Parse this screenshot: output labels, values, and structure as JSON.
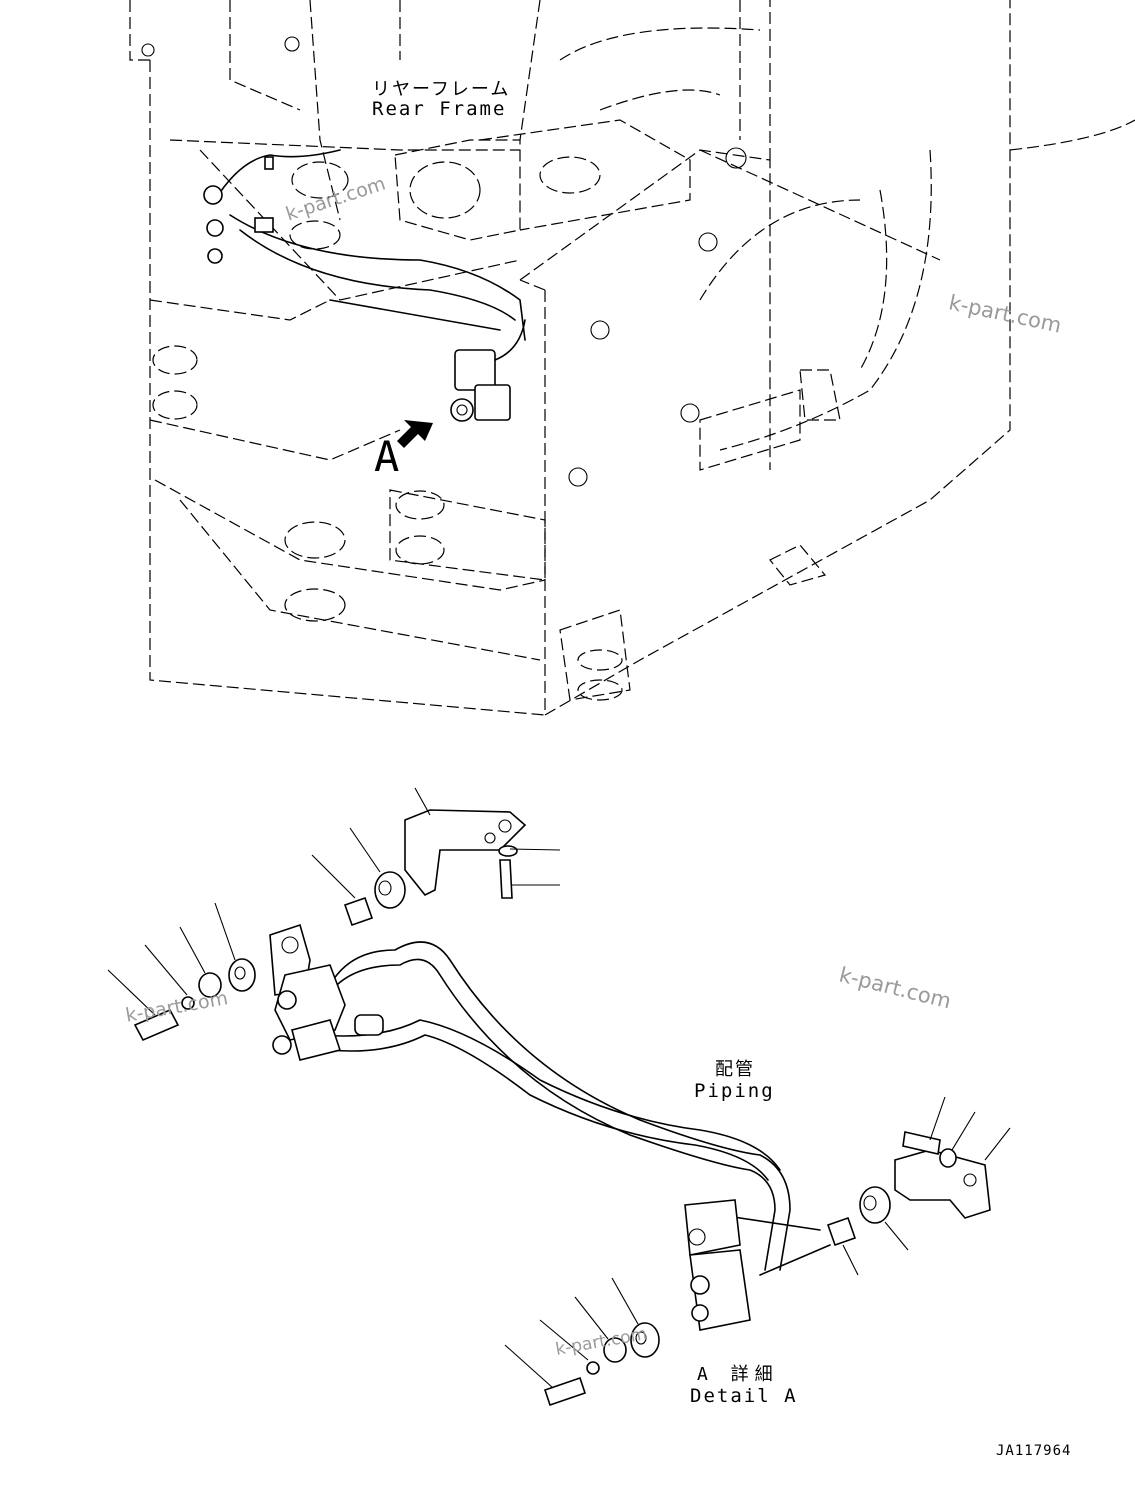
{
  "labels": {
    "rear_frame_jp": "リヤーフレーム",
    "rear_frame_en": "Rear Frame",
    "view_marker": "A",
    "piping_jp": "配管",
    "piping_en": "Piping",
    "detail_jp": "A 詳細",
    "detail_en": "Detail A",
    "drawing_code": "JA117964"
  },
  "watermarks": [
    "k-part.com",
    "k-part.com",
    "k-part.com",
    "k-part.com",
    "k-part.com"
  ],
  "colors": {
    "line": "#000000",
    "background": "#ffffff",
    "watermark": "#9a9a9a"
  }
}
